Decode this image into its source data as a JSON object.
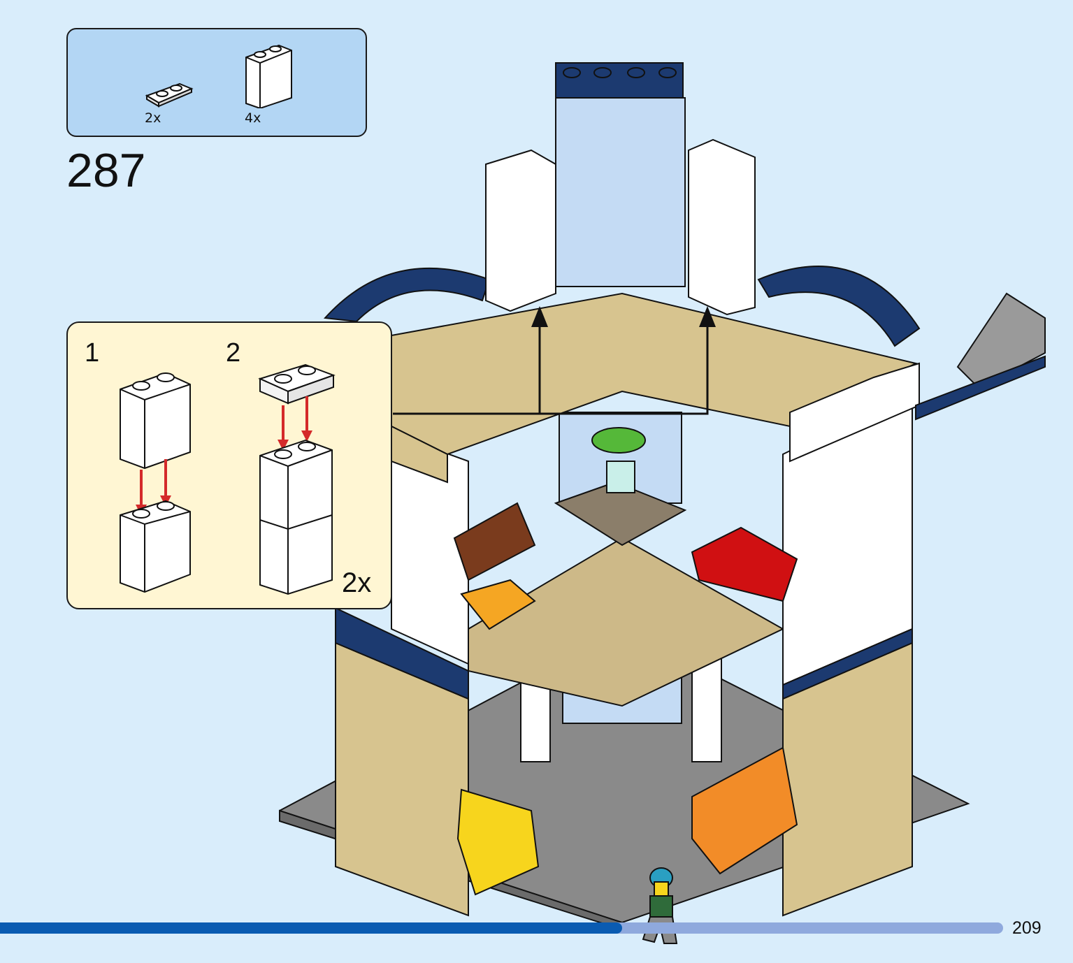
{
  "parts_panel": {
    "items": [
      {
        "icon": "plate-1x2-white-icon",
        "count": "2x"
      },
      {
        "icon": "brick-1x2x2-white-icon",
        "count": "4x"
      }
    ]
  },
  "step": {
    "number": "287"
  },
  "sub_assembly": {
    "steps": [
      "1",
      "2"
    ],
    "multiplier": "2x"
  },
  "page": {
    "number": "209",
    "progress": 0.62
  },
  "colors": {
    "page_bg": "#d9edfb",
    "parts_panel_bg": "#b3d6f4",
    "sub_assembly_bg": "#fff6d3",
    "arrow_red": "#d42a2a",
    "progress_done": "#0a5bb1",
    "progress_track": "#8fa9dd"
  }
}
